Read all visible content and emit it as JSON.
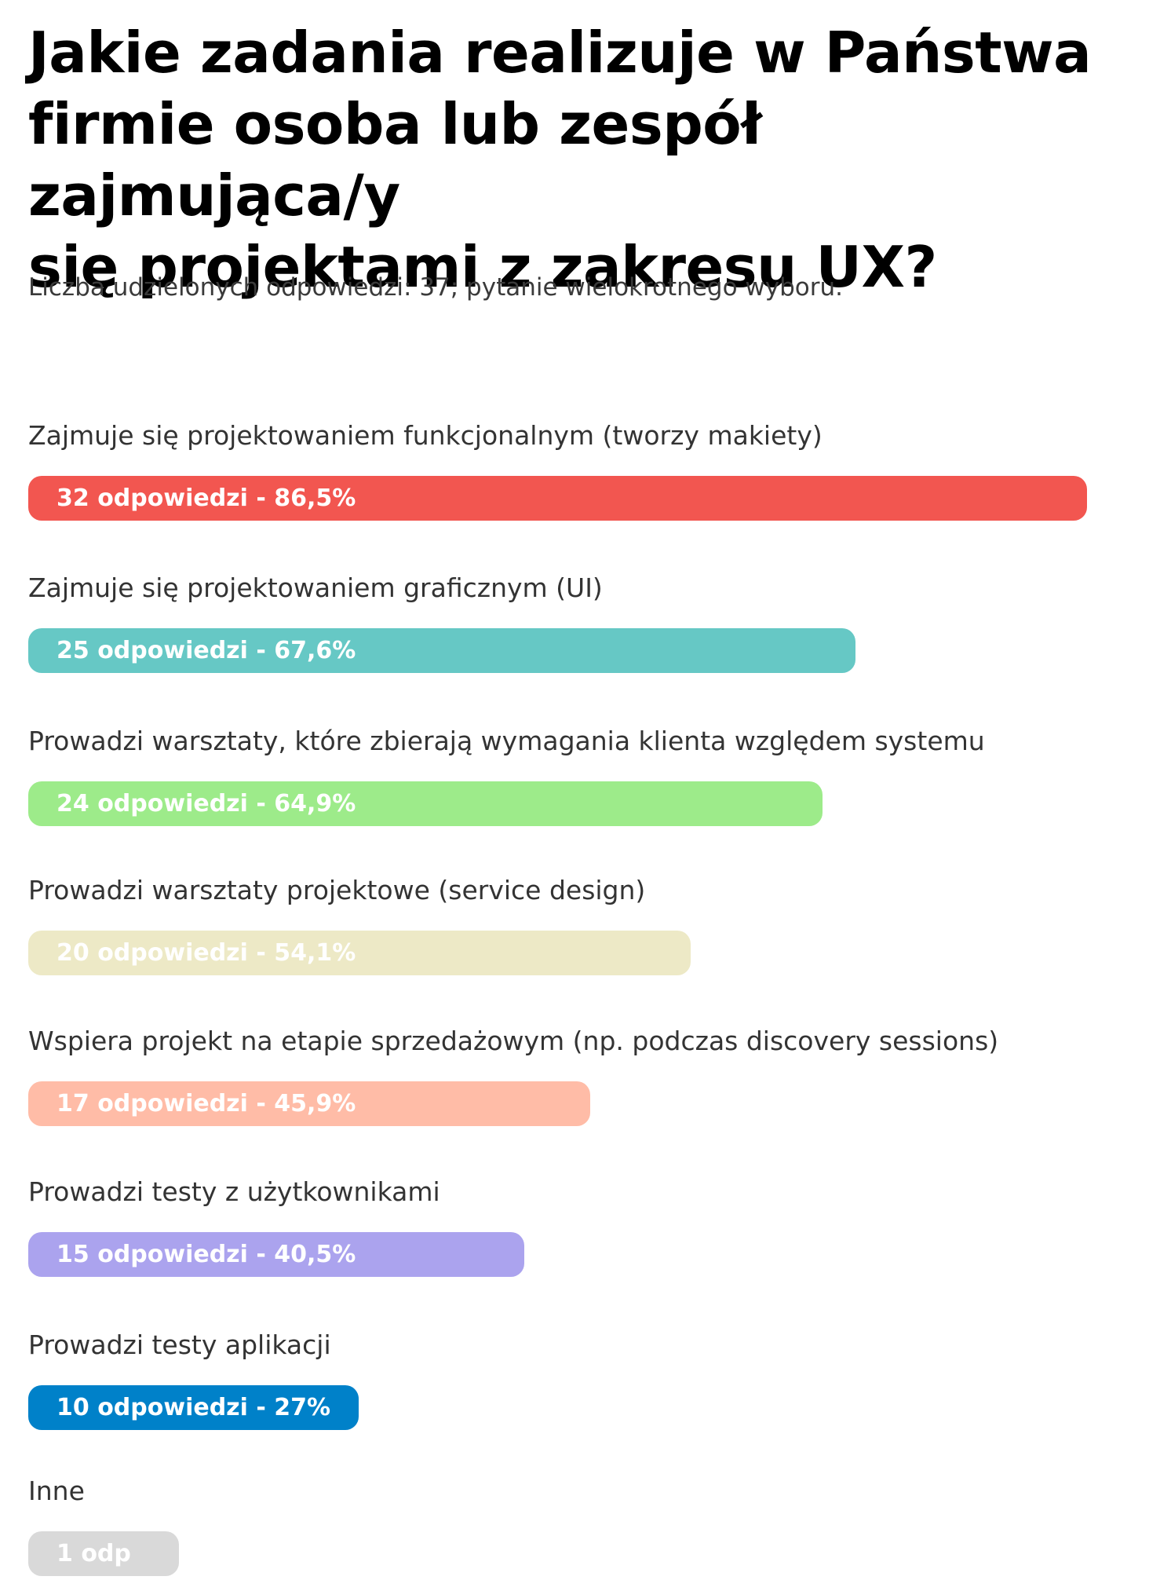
{
  "chart_data": {
    "type": "bar",
    "orientation": "horizontal",
    "title": "Jakie zadania realizuje  w Państwa\nfirmie osoba lub zespół zajmująca/y\nsię projektami z zakresu UX?",
    "subtitle": "Liczba udzielonych odpowiedzi: 37; pytanie wielokrotnego wyboru.",
    "xlim": [
      0,
      100
    ],
    "grid": false,
    "categories": [
      "Zajmuje się projektowaniem funkcjonalnym (tworzy makiety)",
      "Zajmuje się projektowaniem graficznym (UI)",
      "Prowadzi warsztaty, które zbierają wymagania klienta względem systemu",
      "Prowadzi warsztaty projektowe (service design)",
      "Wspiera projekt na etapie sprzedażowym (np. podczas discovery sessions)",
      "Prowadzi testy z użytkownikami",
      "Prowadzi testy aplikacji",
      "Inne"
    ],
    "counts": [
      32,
      25,
      24,
      20,
      17,
      15,
      10,
      1
    ],
    "values": [
      86.5,
      67.6,
      64.9,
      54.1,
      45.9,
      40.5,
      27,
      2.7
    ],
    "data_labels": [
      "32 odpowiedzi - 86,5%",
      "25 odpowiedzi - 67,6%",
      "24 odpowiedzi - 64,9%",
      "20 odpowiedzi - 54,1%",
      "17 odpowiedzi - 45,9%",
      "15 odpowiedzi - 40,5%",
      "10 odpowiedzi - 27%",
      "1 odp"
    ],
    "colors": [
      "#F25650",
      "#66C8C5",
      "#9DEB8A",
      "#EDE9C6",
      "#FFBCA7",
      "#ABA3EE",
      "#0081C9",
      "#D9D9D9"
    ]
  }
}
